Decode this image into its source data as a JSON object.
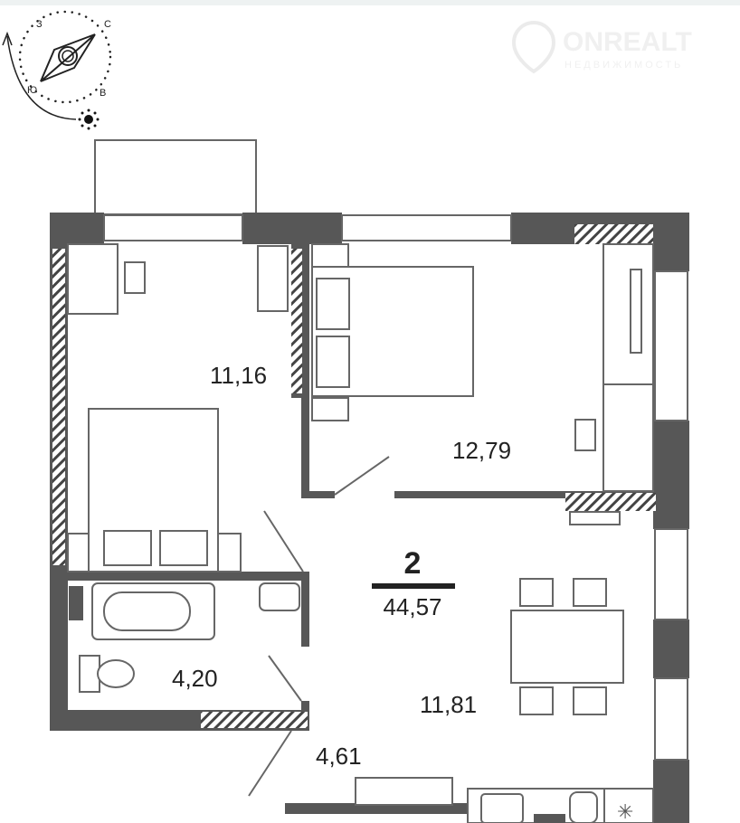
{
  "compass": {
    "north": "С",
    "west": "З",
    "south": "Ю",
    "east": "В"
  },
  "watermark": {
    "brand": "ONREALT",
    "tagline": "НЕДВИЖИМОСТЬ"
  },
  "apartment": {
    "rooms_count": "2",
    "total_area": "44,57"
  },
  "rooms": {
    "bedroom_left": "11,16",
    "bedroom_right": "12,79",
    "bathroom": "4,20",
    "kitchen_living": "11,81",
    "hallway": "4,61"
  },
  "colors": {
    "wall": "#575757",
    "line": "#666666"
  }
}
